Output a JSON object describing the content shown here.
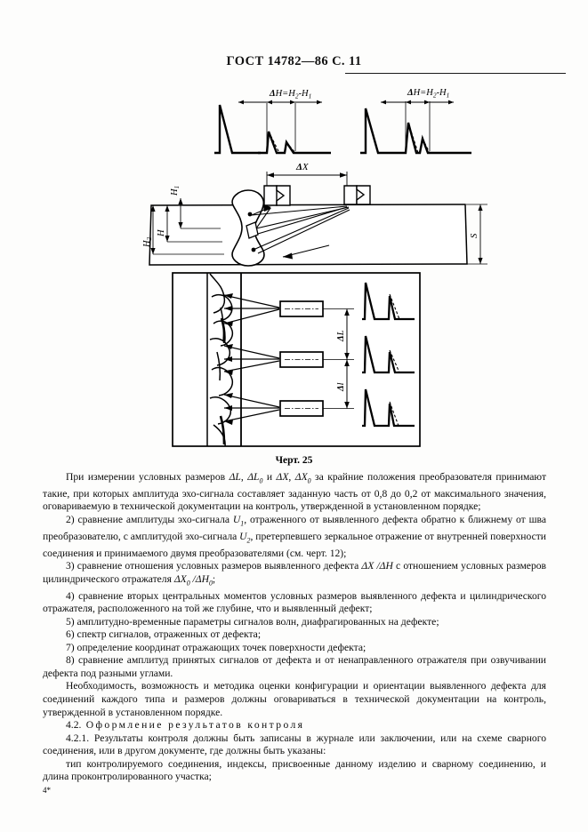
{
  "header": {
    "standard": "ГОСТ 14782—86 С. 11"
  },
  "figure": {
    "caption": "Черт. 25",
    "top_scans": [
      {
        "label": "ΔH=H2-H1"
      },
      {
        "label": "ΔH=H2-H1"
      }
    ],
    "weld_section": {
      "dimension_dx": "ΔX",
      "dimension_h1": "H1",
      "dimension_h": "H",
      "dimension_h2": "H2",
      "dimension_s": "S"
    },
    "lower_panel": {
      "dimension_dl_upper": "ΔL",
      "dimension_dl_lower": "Δl",
      "transducer_count": 3,
      "scan_count": 3
    }
  },
  "body": {
    "p1": {
      "lead": "При измерении условных размеров ",
      "sym1": "ΔL",
      "sym2": "ΔL",
      "sym2sub": "0",
      "conj": " и ",
      "sym3": "ΔX",
      "sym4": "ΔX",
      "sym4sub": "0",
      "rest": " за крайние положения преобразователя принимают такие, при которых амплитуда эхо-сигнала составляет заданную часть от 0,8 до 0,2 от максимального значения, оговариваемую в технической документации на контроль, утвержденной в установленном порядке;"
    },
    "p2": {
      "part1": "2) сравнение амплитуды эхо-сигнала ",
      "u1": "U",
      "u1sub": "1",
      "part2": ", отраженного от выявленного дефекта обратно к ближнему от шва преобразователю, с амплитудой эхо-сигнала ",
      "u2": "U",
      "u2sub": "2",
      "part3": ", претерпевшего зеркальное отражение от внутренней поверхности соединения и принимаемого двумя преобразователями (см. черт. 12);"
    },
    "p3": {
      "part1": "3) сравнение отношения условных размеров выявленного дефекта ",
      "r1": "ΔX",
      "r1b": " /ΔH",
      "part2": " с отношением условных размеров цилиндрического отражателя ",
      "r2": "ΔX",
      "r2sub": "0",
      "r3": " /ΔH",
      "r3sub": "0",
      "part3": ";"
    },
    "p4": "4) сравнение вторых центральных моментов условных размеров выявленного дефекта и цилиндрического отражателя, расположенного на той же глубине, что и выявленный дефект;",
    "p5": "5) амплитудно-временные параметры сигналов волн, диафрагированных на дефекте;",
    "p6": "6) спектр сигналов, отраженных от дефекта;",
    "p7": "7) определение координат отражающих точек поверхности дефекта;",
    "p8": "8) сравнение амплитуд принятых сигналов от дефекта и от ненаправленного отражателя при озвучивании дефекта под разными углами.",
    "p9": "Необходимость, возможность и методика оценки конфигурации и ориентации выявленного дефекта для соединений каждого типа и размеров должны оговариваться в технической документации на контроль, утвержденной в установленном порядке.",
    "heading_42_num": "4.2.",
    "heading_42_text": "Оформление результатов контроля",
    "p421": "4.2.1. Результаты контроля должны быть записаны в журнале или заключении, или на схеме сварного соединения, или в другом документе, где должны быть указаны:",
    "p422": "тип контролируемого соединения, индексы, присвоенные данному изделию и сварному соединению, и длина проконтролированного участка;",
    "footer_mark": "4*"
  },
  "colors": {
    "ink": "#000000",
    "paper": "#fdfdfc"
  }
}
